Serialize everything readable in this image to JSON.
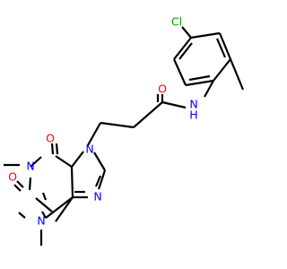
{
  "molecule": {
    "colors": {
      "carbon_bond": "#000000",
      "oxygen": "#ff0000",
      "nitrogen": "#0000ff",
      "chlorine": "#00a000",
      "background": "#ffffff"
    },
    "atom_labels": {
      "chlorine": "Cl",
      "oxygen_amide": "O",
      "amide_nh": "N",
      "amide_nh_h": "H",
      "oxygen_c6": "O",
      "oxygen_c2": "O",
      "n7": "N",
      "n1": "N",
      "n3": "N",
      "n9": "N"
    }
  }
}
